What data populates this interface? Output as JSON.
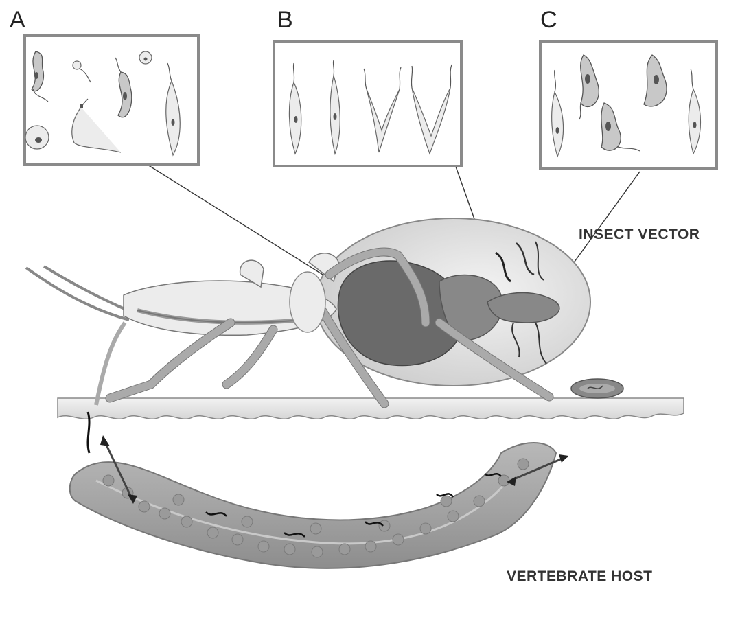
{
  "panels": [
    {
      "letter": "A"
    },
    {
      "letter": "B"
    },
    {
      "letter": "C"
    }
  ],
  "labels": {
    "insect_vector": "INSECT VECTOR",
    "vertebrate_host": "VERTEBRATE HOST"
  }
}
